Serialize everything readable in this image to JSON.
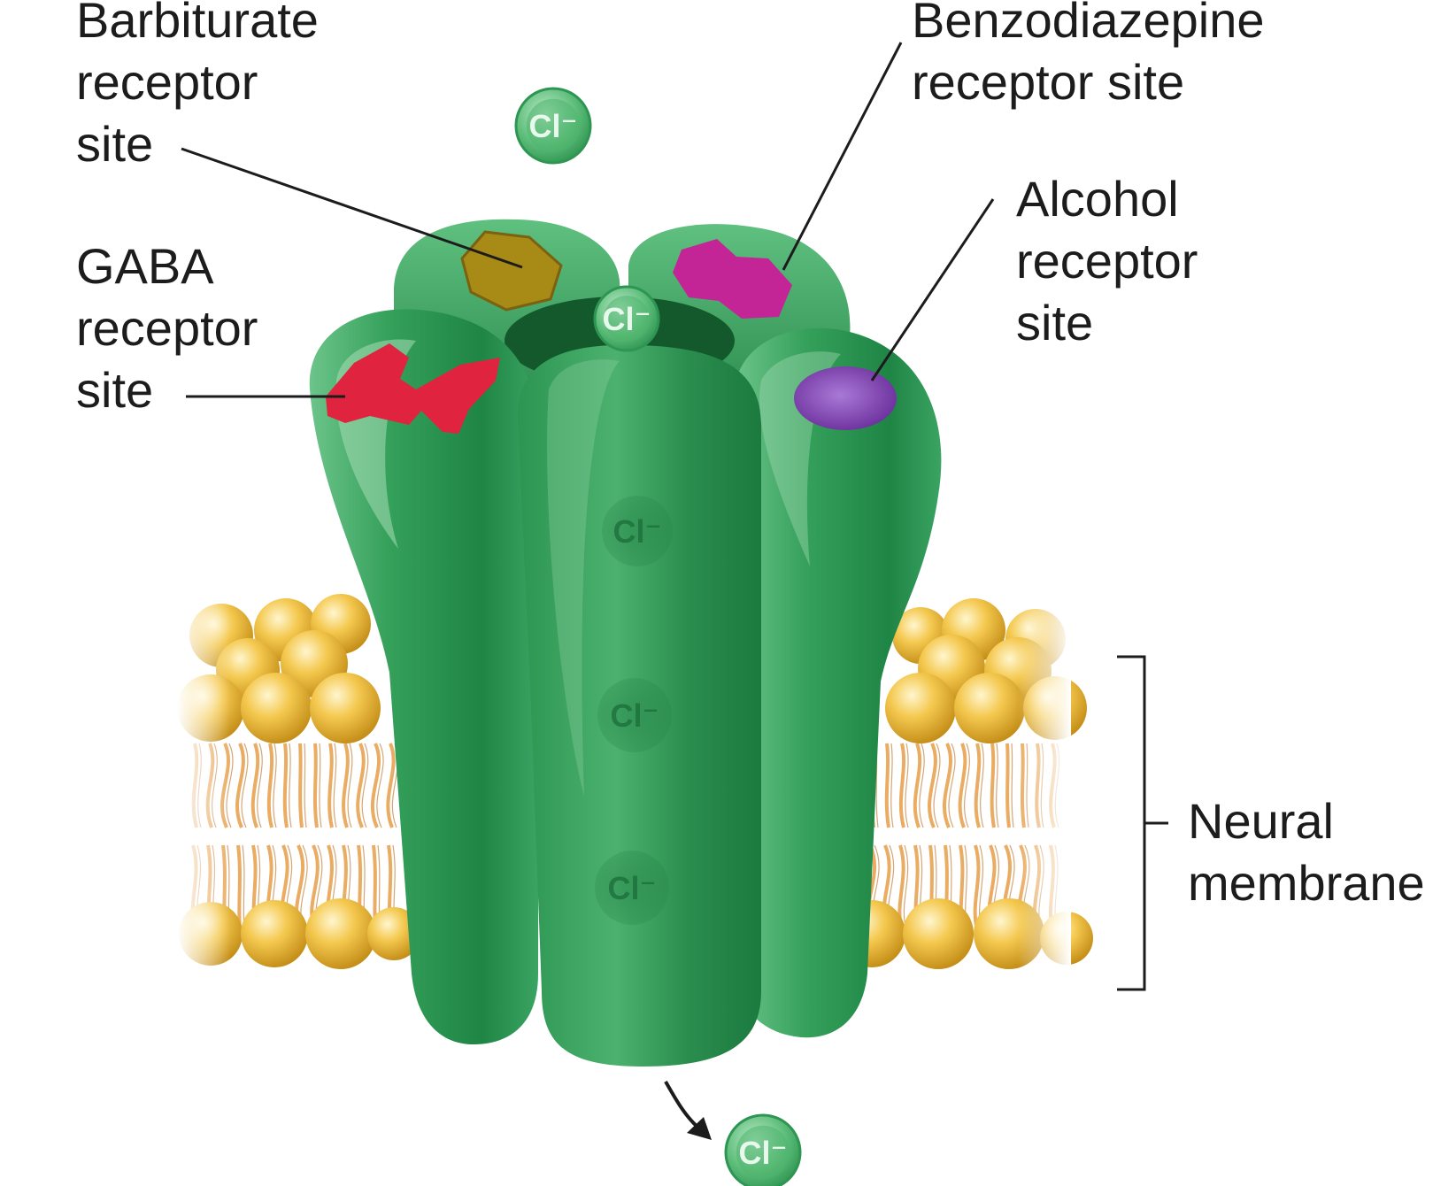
{
  "labels": {
    "barbiturate": [
      "Barbiturate",
      "receptor",
      "site"
    ],
    "benzodiazepine": [
      "Benzodiazepine",
      "receptor site"
    ],
    "gaba": [
      "GABA",
      "receptor",
      "site"
    ],
    "alcohol": [
      "Alcohol",
      "receptor",
      "site"
    ],
    "membrane": [
      "Neural",
      "membrane"
    ]
  },
  "ion": "Cl⁻",
  "colors": {
    "protein": "#2e9a52",
    "protein_light": "#8fd2a4",
    "protein_dark": "#156a35",
    "lipid_head": "#f2c24a",
    "lipid_tail": "#e8a352",
    "gaba_site": "#e0243f",
    "barbiturate_site": "#a88a16",
    "benzodiazepine_site": "#c42596",
    "alcohol_site": "#8a46b6",
    "ion": "#4fb46e",
    "ink": "#1c1c1c"
  }
}
